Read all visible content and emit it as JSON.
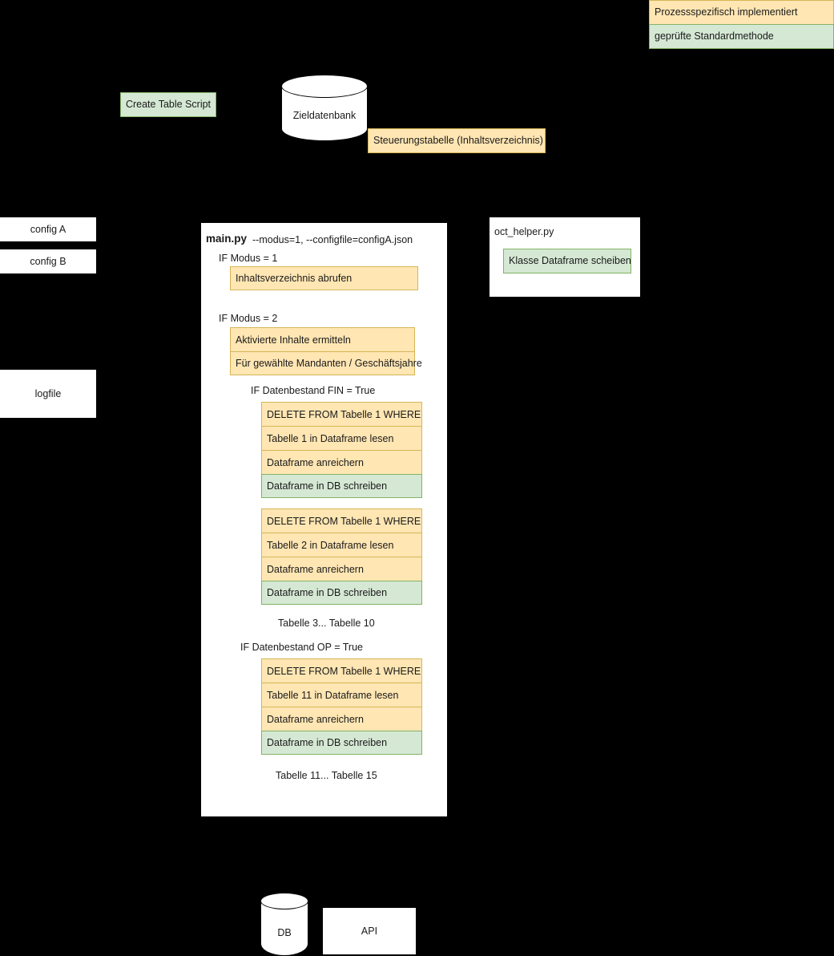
{
  "legend": {
    "items": [
      {
        "label": "Prozessspezifisch implementiert",
        "style": "yellow"
      },
      {
        "label": "geprüfte Standardmethode",
        "style": "green"
      }
    ]
  },
  "top": {
    "create_table_script": "Create Table Script",
    "zieldatenbank": "Zieldatenbank",
    "steuerungstabelle": "Steuerungstabelle (Inhaltsverzeichnis)"
  },
  "left": {
    "config_a": "config A",
    "config_b": "config B",
    "logfile": "logfile"
  },
  "main_py": {
    "title": "main.py",
    "args": "--modus=1, --configfile=configA.json",
    "modus1_label": "IF Modus = 1",
    "modus1_steps": [
      {
        "label": "Inhaltsverzeichnis abrufen",
        "style": "yellow"
      }
    ],
    "modus2_label": "IF Modus = 2",
    "modus2_steps": [
      {
        "label": "Aktivierte Inhalte ermitteln",
        "style": "yellow"
      },
      {
        "label": "Für gewählte Mandanten / Geschäftsjahre",
        "style": "yellow"
      }
    ],
    "fin_label": "IF Datenbestand FIN = True",
    "fin_group_1": [
      {
        "label": "DELETE FROM Tabelle 1 WHERE",
        "style": "yellow"
      },
      {
        "label": "Tabelle 1 in Dataframe lesen",
        "style": "yellow"
      },
      {
        "label": "Dataframe anreichern",
        "style": "yellow"
      },
      {
        "label": "Dataframe in DB schreiben",
        "style": "green"
      }
    ],
    "fin_group_2": [
      {
        "label": "DELETE FROM Tabelle 1 WHERE",
        "style": "yellow"
      },
      {
        "label": "Tabelle 2 in Dataframe lesen",
        "style": "yellow"
      },
      {
        "label": "Dataframe anreichern",
        "style": "yellow"
      },
      {
        "label": "Dataframe in DB schreiben",
        "style": "green"
      }
    ],
    "fin_ellipsis": "Tabelle 3... Tabelle 10",
    "op_label": "IF Datenbestand OP = True",
    "op_group_1": [
      {
        "label": "DELETE FROM Tabelle 1 WHERE",
        "style": "yellow"
      },
      {
        "label": "Tabelle 11 in Dataframe lesen",
        "style": "yellow"
      },
      {
        "label": "Dataframe anreichern",
        "style": "yellow"
      },
      {
        "label": "Dataframe in DB schreiben",
        "style": "green"
      }
    ],
    "op_ellipsis": "Tabelle 11... Tabelle 15"
  },
  "oct_helper": {
    "title": "oct_helper.py",
    "klasse": "Klasse Dataframe scheiben"
  },
  "bottom": {
    "db": "DB",
    "api": "API"
  },
  "colors": {
    "yellow_fill": "#ffe6b3",
    "yellow_stroke": "#d6b656",
    "green_fill": "#d5e8d4",
    "green_stroke": "#82b366",
    "white_fill": "#ffffff",
    "stroke": "#000000",
    "background": "#000000"
  }
}
